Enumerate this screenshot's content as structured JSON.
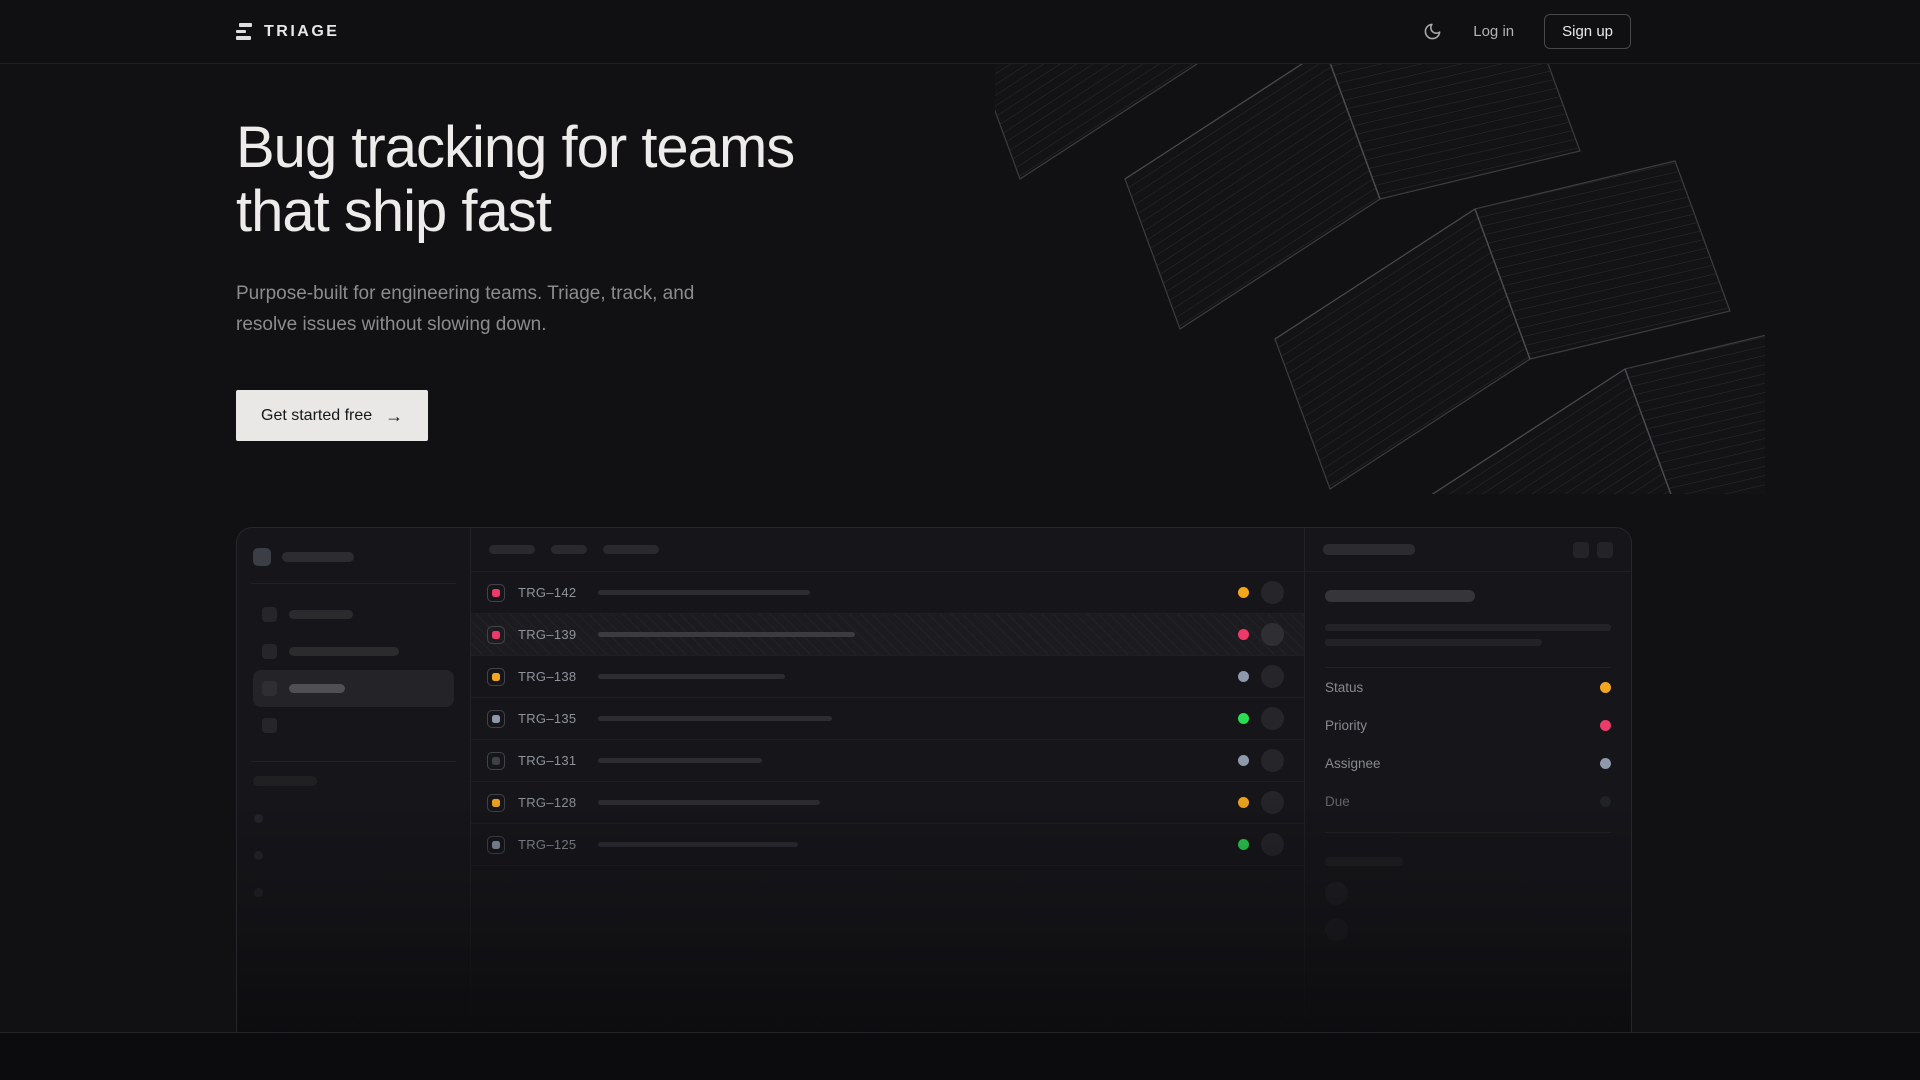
{
  "nav": {
    "brand": "TRIAGE",
    "theme_icon": "moon-icon",
    "login_label": "Log in",
    "signup_label": "Sign up"
  },
  "hero": {
    "title_line1": "Bug tracking for teams",
    "title_line2": "that ship fast",
    "subtitle_line1": "Purpose-built for engineering teams. Triage, track, and",
    "subtitle_line2": "resolve issues without slowing down.",
    "cta_label": "Get started free",
    "cta_arrow": "→"
  },
  "colors": {
    "amber": "#f2a71f",
    "pink": "#ee3a68",
    "slate": "#8e99ac",
    "green": "#2bdd55",
    "muted_dark": "#26272b",
    "muted_gray": "#3e4046"
  },
  "app_preview": {
    "issues": [
      {
        "id": "TRG–142",
        "icon_color": "#ee3a68",
        "status_color": "#f2a71f",
        "selected": false
      },
      {
        "id": "TRG–139",
        "icon_color": "#ee3a68",
        "status_color": "#ee3a68",
        "selected": true
      },
      {
        "id": "TRG–138",
        "icon_color": "#f2a71f",
        "status_color": "#8e99ac",
        "selected": false
      },
      {
        "id": "TRG–135",
        "icon_color": "#8e99ac",
        "status_color": "#2bdd55",
        "selected": false
      },
      {
        "id": "TRG–131",
        "icon_color": "#3e4046",
        "status_color": "#8e99ac",
        "selected": false
      },
      {
        "id": "TRG–128",
        "icon_color": "#f2a71f",
        "status_color": "#f2a71f",
        "selected": false
      },
      {
        "id": "TRG–125",
        "icon_color": "#8e99ac",
        "status_color": "#2bdd55",
        "selected": false
      }
    ],
    "detail": {
      "fields": [
        {
          "label": "Status",
          "dot_color": "#f2a71f"
        },
        {
          "label": "Priority",
          "dot_color": "#ee3a68"
        },
        {
          "label": "Assignee",
          "dot_color": "#8e99ac"
        },
        {
          "label": "Due",
          "dot_color": "#222327"
        }
      ]
    }
  }
}
